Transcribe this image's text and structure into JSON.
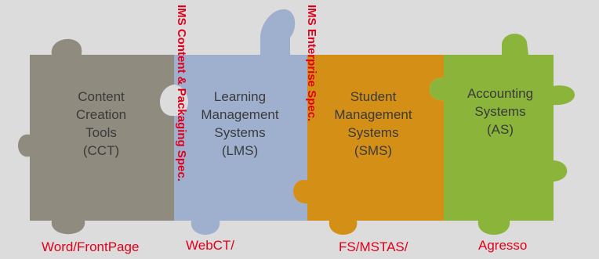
{
  "pieces": [
    {
      "label": "Content\nCreation\nTools\n(CCT)",
      "color": "#8f8b7f"
    },
    {
      "label": "Learning\nManagement\nSystems\n(LMS)",
      "color": "#9fb0cf"
    },
    {
      "label": "Student\nManagement\nSystems\n(SMS)",
      "color": "#d49016"
    },
    {
      "label": "Accounting\nSystems\n(AS)",
      "color": "#8ab43a"
    }
  ],
  "specs": [
    {
      "label": "IMS Content & Packaging Spec."
    },
    {
      "label": "IMS Enterprise Spec."
    }
  ],
  "products": [
    {
      "label": "Word/FrontPage"
    },
    {
      "label": "WebCT/"
    },
    {
      "label": "FS/MSTAS/"
    },
    {
      "label": "Agresso"
    }
  ]
}
